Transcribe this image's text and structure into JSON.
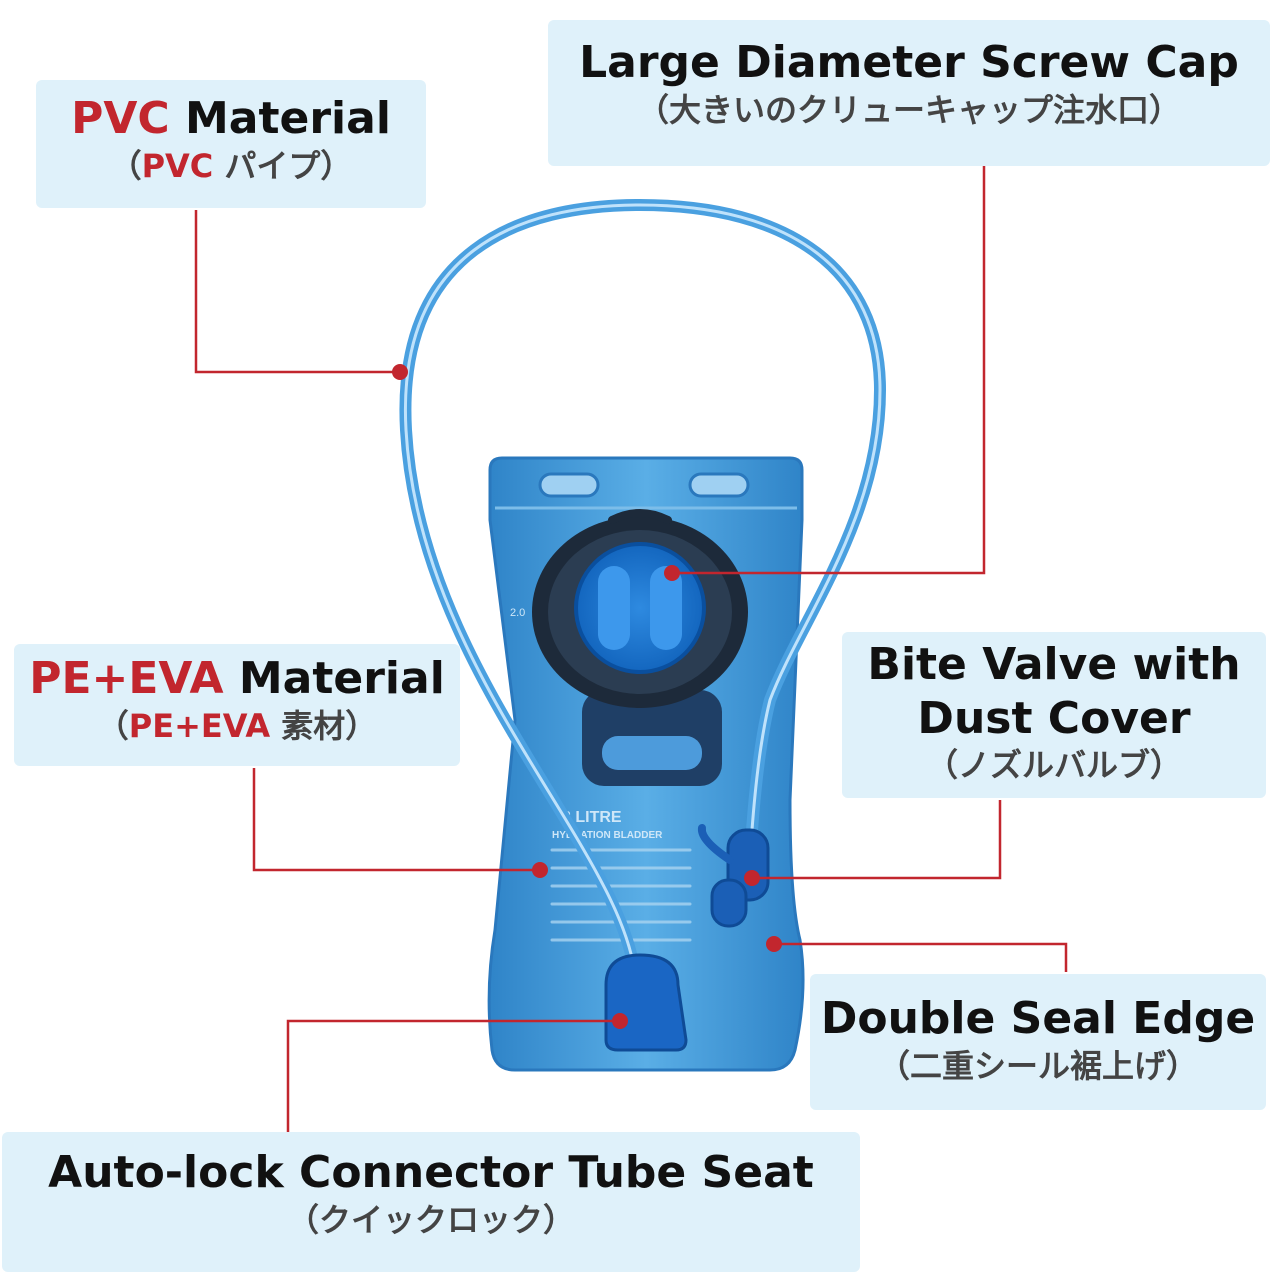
{
  "colors": {
    "highlight": "#c2262e",
    "label_background": "#dff1fa",
    "leader_line": "#c2262e",
    "bladder": "#3f93d2",
    "tube": "#4aa0e0"
  },
  "labels": {
    "pvc": {
      "en_highlight": "PVC",
      "en_rest": " Material",
      "jp_open": "（",
      "jp_highlight": "PVC",
      "jp_rest": " パイプ）"
    },
    "screw_cap": {
      "en": "Large Diameter Screw Cap",
      "jp": "（大きいのクリューキャップ注水口）"
    },
    "pe_eva": {
      "en_highlight": "PE+EVA",
      "en_rest": " Material",
      "jp_open": "（",
      "jp_highlight": "PE+EVA",
      "jp_rest": " 素材）"
    },
    "bite_valve": {
      "en_line1": "Bite Valve with",
      "en_line2": "Dust Cover",
      "jp": "（ノズルバルブ）"
    },
    "double_seal": {
      "en": "Double Seal Edge",
      "jp": "（二重シール裾上げ）"
    },
    "auto_lock": {
      "en": "Auto-lock Connector Tube Seat",
      "jp": "（クイックロック）"
    }
  },
  "product": {
    "bladder_text": "2 LITRE",
    "bladder_subtext": "HYDRATION BLADDER",
    "scale_mark": "2.0"
  }
}
